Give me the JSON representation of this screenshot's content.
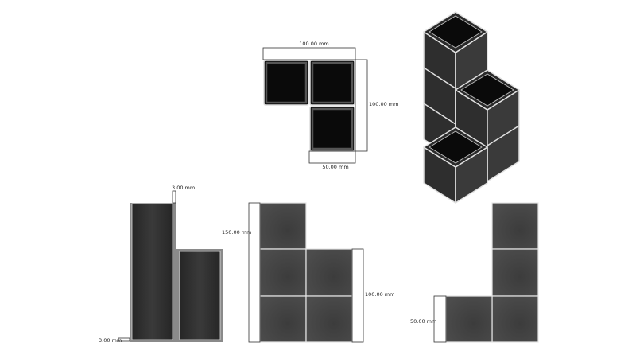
{
  "colors": {
    "cell_dark": "#0c0c0c",
    "cell_face": "#4a4a4a",
    "edge": "#d8d8d8",
    "section": "#303030"
  },
  "top_view": {
    "dim_width": "100.00 mm",
    "dim_height": "100.00 mm",
    "dim_bottom": "50.00 mm"
  },
  "section_view": {
    "dim_wall_top": "3.00 mm",
    "dim_wall_bottom": "3.00 mm"
  },
  "front_view": {
    "dim_left": "150.00 mm",
    "dim_right": "100.00 mm"
  },
  "side_view": {
    "dim_left": "50.00 mm"
  }
}
